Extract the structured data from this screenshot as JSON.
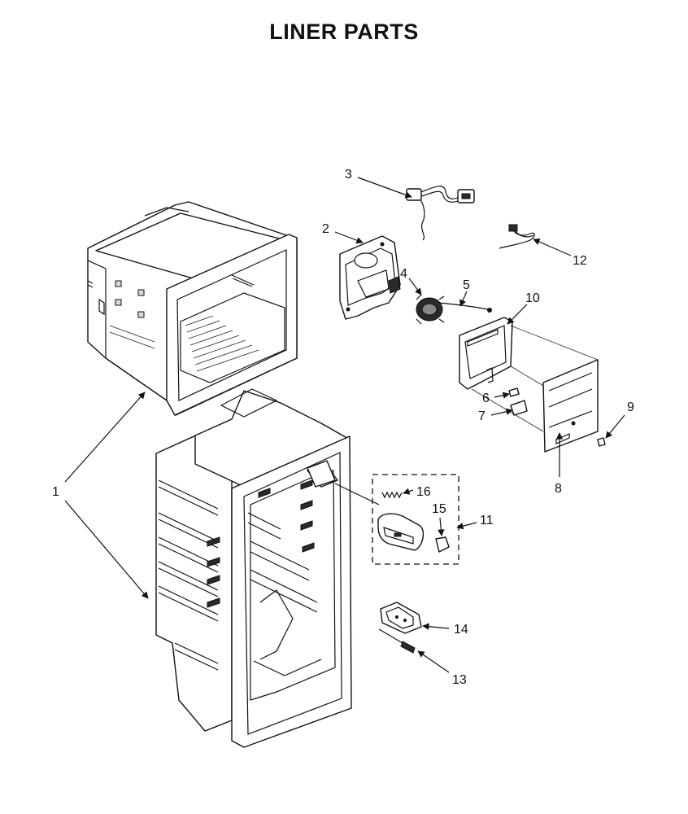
{
  "title": "LINER PARTS",
  "callouts": {
    "c1": "1",
    "c2": "2",
    "c3": "3",
    "c4": "4",
    "c5": "5",
    "c6": "6",
    "c7": "7",
    "c8": "8",
    "c9": "9",
    "c10": "10",
    "c11": "11",
    "c12": "12",
    "c13": "13",
    "c14": "14",
    "c15": "15",
    "c16": "16"
  }
}
